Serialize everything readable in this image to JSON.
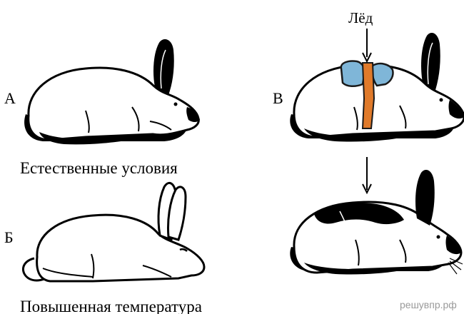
{
  "labels": {
    "a": "А",
    "b": "Б",
    "v": "В"
  },
  "captions": {
    "natural": "Естественные условия",
    "heated": "Повышенная температура"
  },
  "ice_label": "Лёд",
  "watermark": "решувпр.рф",
  "colors": {
    "ice": "#7fb6d8",
    "bandage": "#e07a2a",
    "fur_dark": "#000000",
    "fur_light": "#ffffff"
  }
}
